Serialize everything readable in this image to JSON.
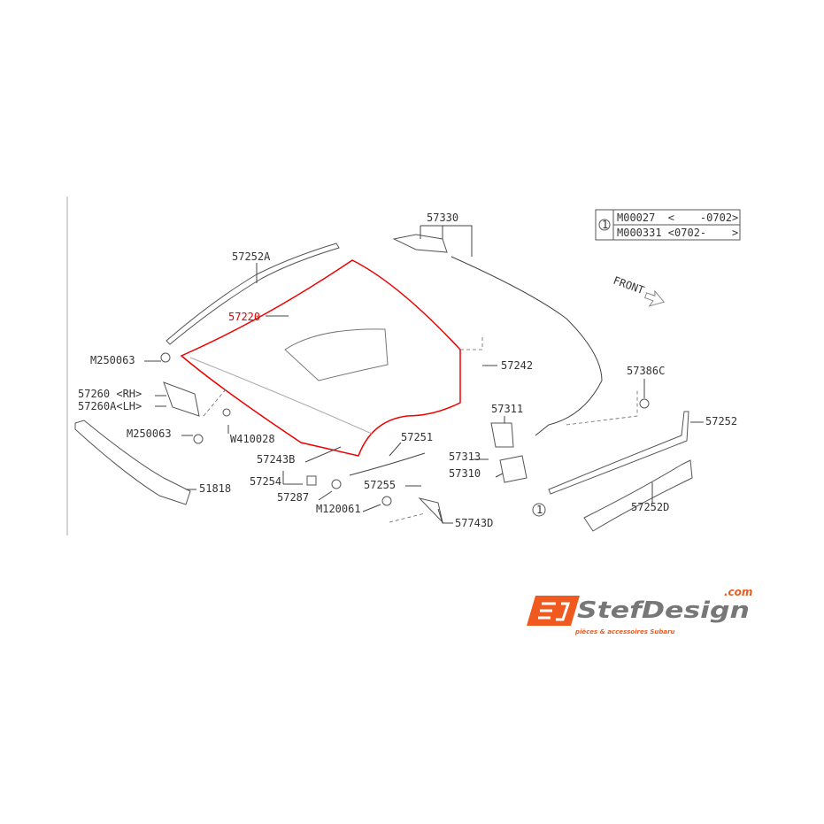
{
  "diagram": {
    "highlight_color": "#e00000",
    "highlighted_part": "57220",
    "labels": {
      "p57330": "57330",
      "p57252A": "57252A",
      "p57220": "57220",
      "m250063_top": "M250063",
      "p57242": "57242",
      "p57386C": "57386C",
      "p57260rh": "57260 <RH>",
      "p57260alh": "57260A<LH>",
      "p57311": "57311",
      "p57252": "57252",
      "m250063_bottom": "M250063",
      "w410028": "W410028",
      "p57251": "57251",
      "p57243B": "57243B",
      "p57313": "57313",
      "p57254": "57254",
      "p57310": "57310",
      "p51818": "51818",
      "p57255": "57255",
      "p57287": "57287",
      "m120061": "M120061",
      "p57252D": "57252D",
      "p57743D": "57743D",
      "ref_marker": "1",
      "front": "FRONT"
    },
    "ref_table": {
      "marker": "1",
      "rows": [
        "M00027  <    -0702>",
        "M000331 <0702-    >"
      ]
    }
  },
  "logo": {
    "brand": "StefDesign",
    "domain": ".com",
    "tagline": "pièces & accessoires Subaru",
    "accent": "#f05a1e"
  }
}
